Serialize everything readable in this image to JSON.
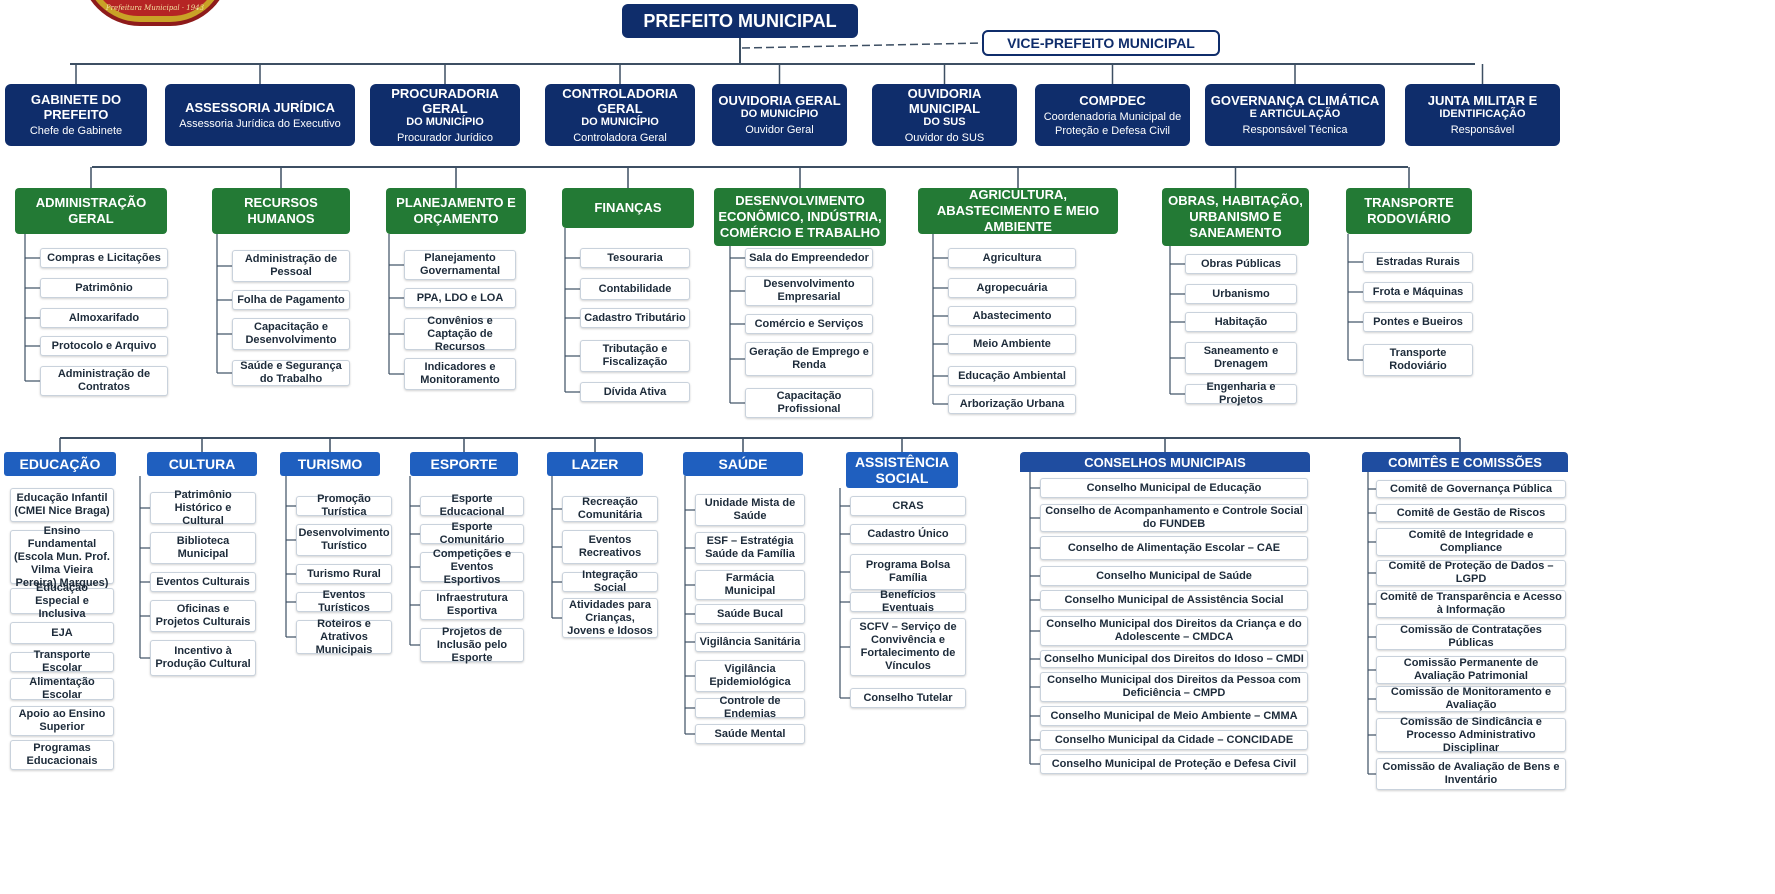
{
  "header": {
    "logo_text": "Prefeitura Municipal · 1943",
    "mayor": "PREFEITO MUNICIPAL",
    "vice": "VICE-PREFEITO MUNICIPAL"
  },
  "advisory": [
    {
      "title": "GABINETE DO PREFEITO",
      "sub": "",
      "note": "Chefe de Gabinete"
    },
    {
      "title": "ASSESSORIA JURÍDICA",
      "sub": "",
      "note": "Assessoria Jurídica do Executivo"
    },
    {
      "title": "PROCURADORIA GERAL",
      "sub": "DO MUNICÍPIO",
      "note": "Procurador Jurídico"
    },
    {
      "title": "CONTROLADORIA GERAL",
      "sub": "DO MUNICÍPIO",
      "note": "Controladora Geral"
    },
    {
      "title": "OUVIDORIA GERAL",
      "sub": "DO MUNICÍPIO",
      "note": "Ouvidor Geral"
    },
    {
      "title": "OUVIDORIA MUNICIPAL",
      "sub": "DO SUS",
      "note": "Ouvidor do SUS"
    },
    {
      "title": "COMPDEC",
      "sub": "",
      "note": "Coordenadoria Municipal de Proteção e Defesa Civil"
    },
    {
      "title": "GOVERNANÇA CLIMÁTICA",
      "sub": "E ARTICULAÇÃO",
      "note": "Responsável Técnica"
    },
    {
      "title": "JUNTA MILITAR E",
      "sub": "IDENTIFICAÇÃO",
      "note": "Responsável"
    }
  ],
  "departments": [
    {
      "title": "ADMINISTRAÇÃO GERAL",
      "items": [
        "Compras e Licitações",
        "Patrimônio",
        "Almoxarifado",
        "Protocolo e Arquivo",
        "Administração de Contratos"
      ]
    },
    {
      "title": "RECURSOS HUMANOS",
      "items": [
        "Administração de Pessoal",
        "Folha de Pagamento",
        "Capacitação e Desenvolvimento",
        "Saúde e Segurança do Trabalho"
      ]
    },
    {
      "title": "PLANEJAMENTO E ORÇAMENTO",
      "items": [
        "Planejamento Governamental",
        "PPA, LDO e LOA",
        "Convênios e Captação de Recursos",
        "Indicadores e Monitoramento"
      ]
    },
    {
      "title": "FINANÇAS",
      "items": [
        "Tesouraria",
        "Contabilidade",
        "Cadastro Tributário",
        "Tributação e Fiscalização",
        "Dívida Ativa"
      ]
    },
    {
      "title": "DESENVOLVIMENTO ECONÔMICO, INDÚSTRIA, COMÉRCIO E TRABALHO",
      "items": [
        "Sala do Empreendedor",
        "Desenvolvimento Empresarial",
        "Comércio e Serviços",
        "Geração de Emprego e Renda",
        "Capacitação Profissional"
      ]
    },
    {
      "title": "AGRICULTURA, ABASTECIMENTO E MEIO AMBIENTE",
      "items": [
        "Agricultura",
        "Agropecuária",
        "Abastecimento",
        "Meio Ambiente",
        "Educação Ambiental",
        "Arborização Urbana"
      ]
    },
    {
      "title": "OBRAS, HABITAÇÃO, URBANISMO E SANEAMENTO",
      "items": [
        "Obras Públicas",
        "Urbanismo",
        "Habitação",
        "Saneamento e Drenagem",
        "Engenharia e Projetos"
      ]
    },
    {
      "title": "TRANSPORTE RODOVIÁRIO",
      "items": [
        "Estradas Rurais",
        "Frota e Máquinas",
        "Pontes e Bueiros",
        "Transporte Rodoviário"
      ]
    }
  ],
  "social": [
    {
      "title": "EDUCAÇÃO",
      "items": [
        "Educação Infantil (CMEI Nice Braga)",
        "Ensino Fundamental (Escola Mun. Prof. Vilma Vieira Pereira) Marques)",
        "Educação Especial e Inclusiva",
        "EJA",
        "Transporte Escolar",
        "Alimentação Escolar",
        "Apoio ao Ensino Superior",
        "Programas Educacionais"
      ]
    },
    {
      "title": "CULTURA",
      "items": [
        "Patrimônio Histórico e Cultural",
        "Biblioteca Municipal",
        "Eventos Culturais",
        "Oficinas e Projetos Culturais",
        "Incentivo à Produção Cultural"
      ]
    },
    {
      "title": "TURISMO",
      "items": [
        "Promoção Turística",
        "Desenvolvimento Turístico",
        "Turismo Rural",
        "Eventos Turísticos",
        "Roteiros e Atrativos Municipais"
      ]
    },
    {
      "title": "ESPORTE",
      "items": [
        "Esporte Educacional",
        "Esporte Comunitário",
        "Competições e Eventos Esportivos",
        "Infraestrutura Esportiva",
        "Projetos de Inclusão pelo Esporte"
      ]
    },
    {
      "title": "LAZER",
      "items": [
        "Recreação Comunitária",
        "Eventos Recreativos",
        "Integração Social",
        "Atividades para Crianças, Jovens e Idosos"
      ]
    },
    {
      "title": "SAÚDE",
      "items": [
        "Unidade Mista de Saúde",
        "ESF – Estratégia Saúde da Família",
        "Farmácia Municipal",
        "Saúde Bucal",
        "Vigilância Sanitária",
        "Vigilância Epidemiológica",
        "Controle de Endemias",
        "Saúde Mental"
      ]
    },
    {
      "title": "ASSISTÊNCIA SOCIAL",
      "items": [
        "CRAS",
        "Cadastro Único",
        "Programa Bolsa Família",
        "Benefícios Eventuais",
        "SCFV – Serviço de Convivência e Fortalecimento de Vínculos",
        "Conselho Tutelar"
      ]
    }
  ],
  "councils": {
    "title": "CONSELHOS MUNICIPAIS",
    "items": [
      "Conselho Municipal de Educação",
      "Conselho de Acompanhamento e Controle Social do FUNDEB",
      "Conselho de Alimentação Escolar – CAE",
      "Conselho Municipal de Saúde",
      "Conselho Municipal de Assistência Social",
      "Conselho Municipal dos Direitos da Criança e do Adolescente – CMDCA",
      "Conselho Municipal dos Direitos do Idoso – CMDI",
      "Conselho Municipal dos Direitos da Pessoa com Deficiência – CMPD",
      "Conselho Municipal de Meio Ambiente – CMMA",
      "Conselho Municipal da Cidade – CONCIDADE",
      "Conselho Municipal de Proteção e Defesa Civil"
    ]
  },
  "committees": {
    "title": "COMITÊS E COMISSÕES",
    "items": [
      "Comitê de Governança Pública",
      "Comitê de Gestão de Riscos",
      "Comitê de Integridade e Compliance",
      "Comitê de Proteção de Dados – LGPD",
      "Comitê de Transparência e Acesso à Informação",
      "Comissão de Contratações Públicas",
      "Comissão Permanente de Avaliação Patrimonial",
      "Comissão de Monitoramento e Avaliação",
      "Comissão de Sindicância e Processo Administrativo Disciplinar",
      "Comissão de Avaliação de Bens e Inventário"
    ]
  },
  "colors": {
    "navy": "#0f2d6b",
    "green": "#237a35",
    "blue": "#1f5fbf",
    "line": "#3d4f63"
  }
}
